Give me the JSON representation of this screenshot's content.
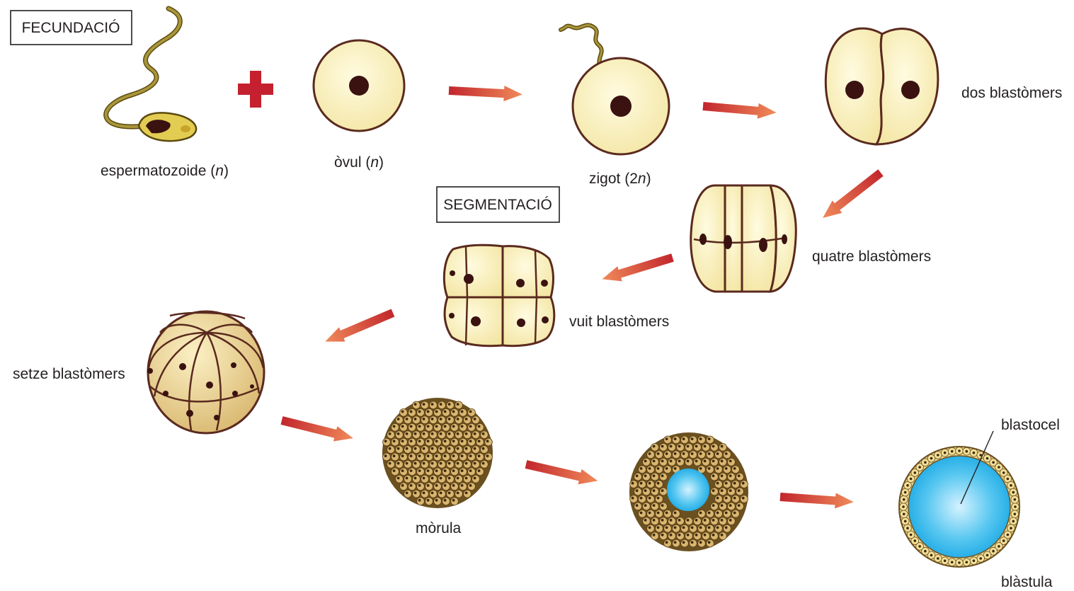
{
  "headings": {
    "fecundacio": "FECUNDACIÓ",
    "segmentacio": "SEGMENTACIÓ"
  },
  "labels": {
    "espermatozoide": "espermatozoide",
    "espermatozoide_ploidy": "n",
    "ovul": "òvul",
    "ovul_ploidy": "n",
    "zigot": "zigot",
    "zigot_ploidy_num": "2",
    "zigot_ploidy_var": "n",
    "dos": "dos blastòmers",
    "quatre": "quatre blastòmers",
    "vuit": "vuit blastòmers",
    "setze": "setze blastòmers",
    "morula": "mòrula",
    "blastocel": "blastocel",
    "blastula": "blàstula"
  },
  "colors": {
    "cell_fill": "#fbf1bd",
    "cell_stroke": "#5a2a1e",
    "nucleus": "#3a1210",
    "sperm": "#8a7a2a",
    "plus": "#c5202f",
    "arrow_start": "#c2272d",
    "arrow_end": "#f08a5a",
    "morula_cell": "#c9a860",
    "blastocoel": "#35b8ec"
  },
  "icons": {
    "plus": "plus-icon",
    "arrow": "arrow-icon"
  }
}
